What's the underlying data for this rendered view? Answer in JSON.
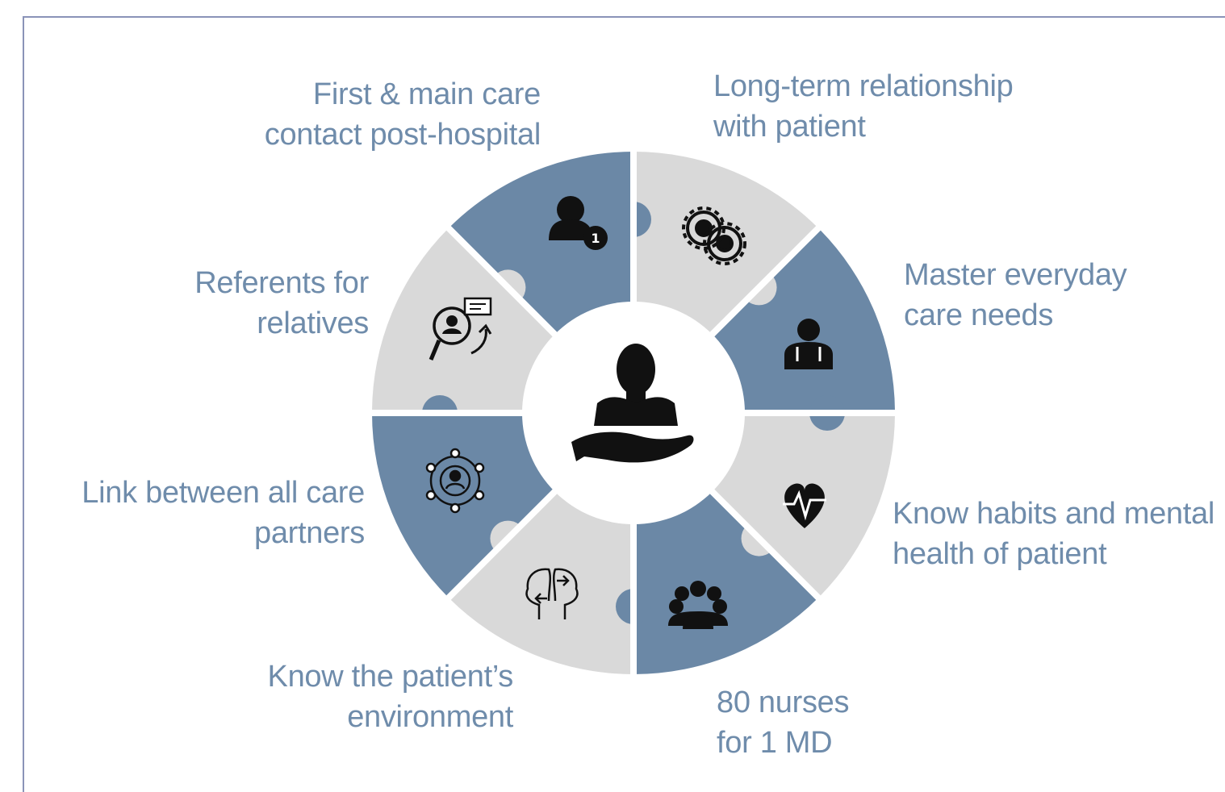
{
  "center": {
    "icon": "nurse-caring-hand-icon"
  },
  "segments": [
    {
      "id": "first-contact",
      "line1": "First  & main care",
      "line2": "contact post-hospital",
      "icon": "person-number-one-icon",
      "color": "#6b88a6"
    },
    {
      "id": "long-term",
      "line1": "Long-term relationship",
      "line2": "with patient",
      "icon": "people-gears-icon",
      "color": "#d9d9d9"
    },
    {
      "id": "master-care",
      "line1": "Master everyday",
      "line2": "care needs",
      "icon": "doctor-stethoscope-icon",
      "color": "#6b88a6"
    },
    {
      "id": "habits",
      "line1": "Know habits and mental",
      "line2": "health of patient",
      "icon": "heart-pulse-icon",
      "color": "#d9d9d9"
    },
    {
      "id": "nurses",
      "line1": "80 nurses",
      "line2": "for 1 MD",
      "icon": "group-people-icon",
      "color": "#6b88a6"
    },
    {
      "id": "environment",
      "line1": "Know the patient’s",
      "line2": "environment",
      "icon": "heads-exchange-icon",
      "color": "#d9d9d9"
    },
    {
      "id": "link",
      "line1": "Link between all care",
      "line2": "partners",
      "icon": "network-person-icon",
      "color": "#6b88a6"
    },
    {
      "id": "referents",
      "line1": "Referents for",
      "line2": "relatives",
      "icon": "search-person-chat-icon",
      "color": "#d9d9d9"
    }
  ]
}
